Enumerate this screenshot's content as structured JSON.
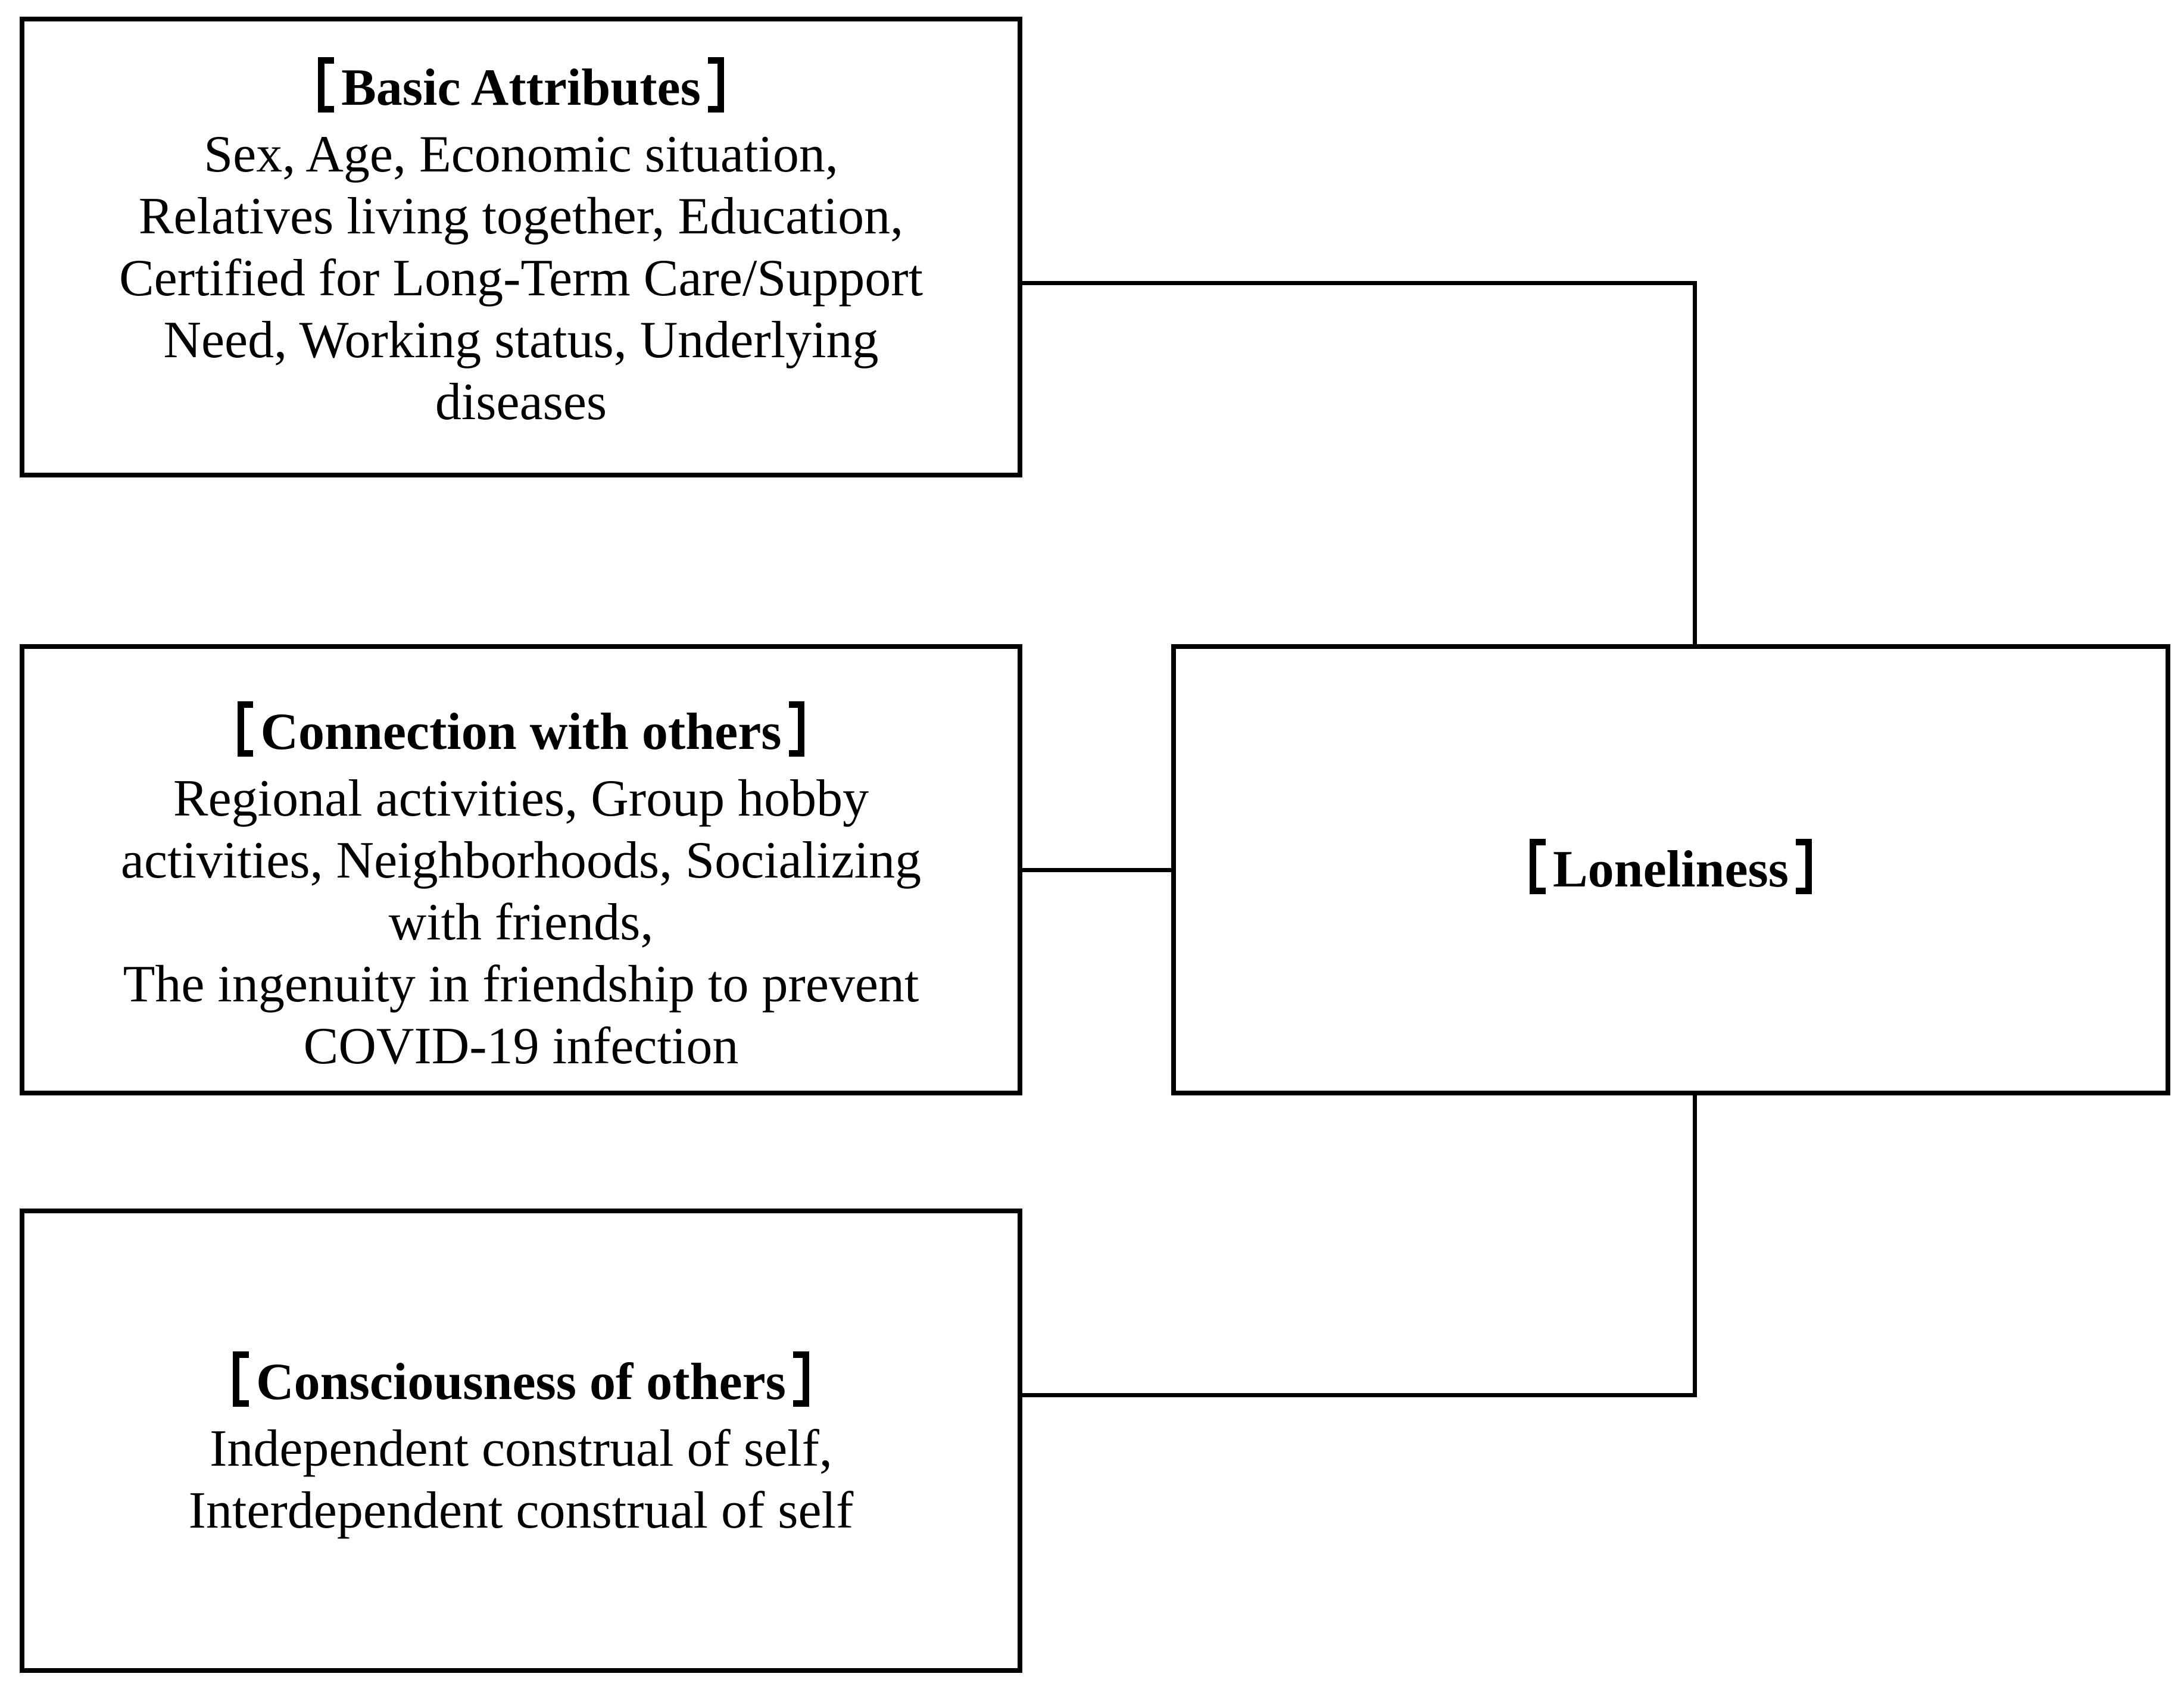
{
  "diagram": {
    "background_color": "#ffffff",
    "line_color": "#000000",
    "bracket_glyphs": {
      "left": "【",
      "right": "】"
    },
    "boxes": {
      "basic_attributes": {
        "title": "Basic Attributes",
        "body_lines": [
          "Sex, Age, Economic situation,",
          "Relatives living together, Education,",
          "Certified for Long-Term Care/Support",
          "Need, Working status, Underlying",
          "diseases"
        ]
      },
      "connection_with_others": {
        "title": "Connection with others",
        "body_lines": [
          "Regional activities, Group hobby",
          "activities, Neighborhoods, Socializing",
          "with friends,",
          "The ingenuity in friendship to prevent",
          "COVID-19 infection"
        ]
      },
      "consciousness_of_others": {
        "title": "Consciousness of others",
        "body_lines": [
          "Independent construal of self,",
          "Interdependent construal of self"
        ]
      },
      "loneliness": {
        "title": "Loneliness"
      }
    },
    "connections": [
      {
        "from": "basic_attributes",
        "to": "loneliness",
        "shape": "right-angle"
      },
      {
        "from": "connection_with_others",
        "to": "loneliness",
        "shape": "straight"
      },
      {
        "from": "consciousness_of_others",
        "to": "loneliness",
        "shape": "right-angle"
      }
    ]
  }
}
